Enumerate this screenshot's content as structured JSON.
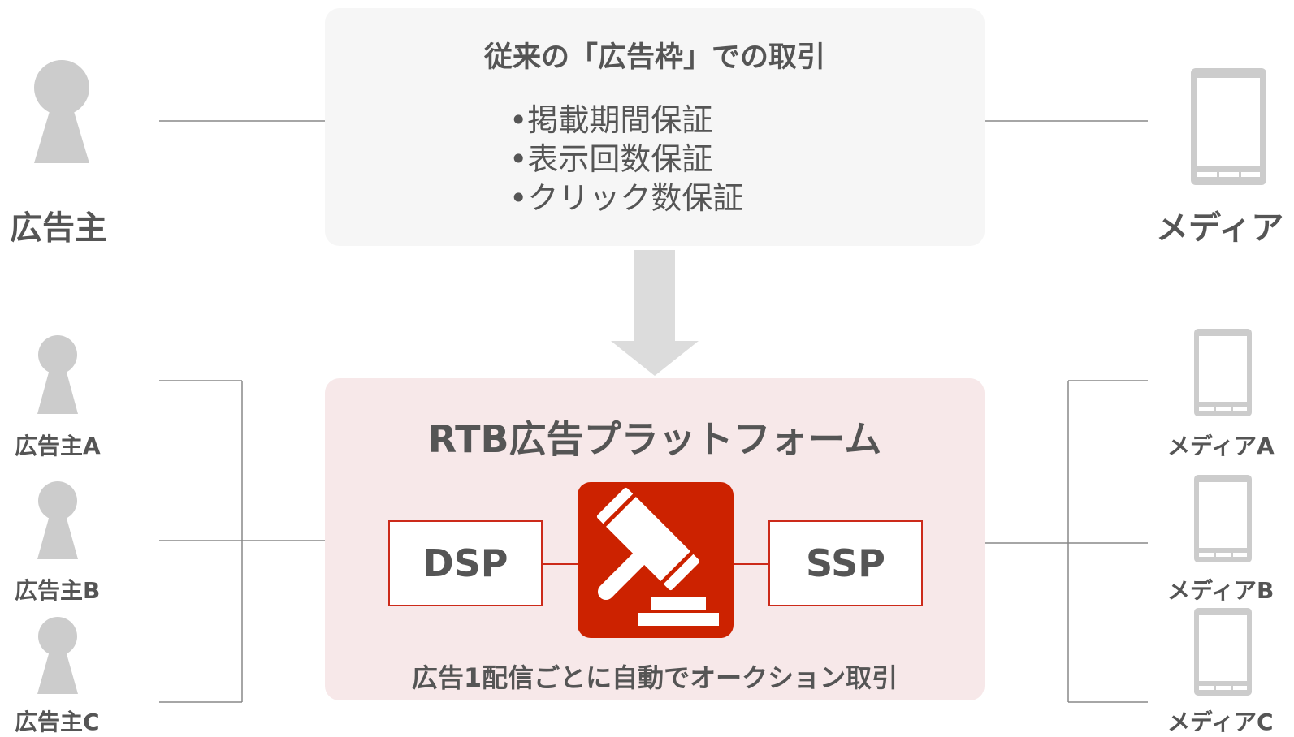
{
  "top_box": {
    "title": "従来の「広告枠」での取引",
    "bullets": [
      "•掲載期間保証",
      "•表示回数保証",
      "•クリック数保証"
    ]
  },
  "top_labels": {
    "advertiser": "広告主",
    "media": "メディア"
  },
  "bottom_box": {
    "title": "RTB広告プラットフォーム",
    "dsp": "DSP",
    "ssp": "SSP",
    "caption": "広告1配信ごとに自動でオークション取引",
    "gavel_icon": "gavel-icon"
  },
  "advertisers": [
    "広告主A",
    "広告主B",
    "広告主C"
  ],
  "medias": [
    "メディアA",
    "メディアB",
    "メディアC"
  ],
  "colors": {
    "accent_red": "#cc2200",
    "icon_gray": "#cccccc",
    "line_gray": "#888888",
    "bottom_box_bg": "#f7e8e9",
    "top_box_bg": "#f6f6f6",
    "text": "#555555"
  }
}
